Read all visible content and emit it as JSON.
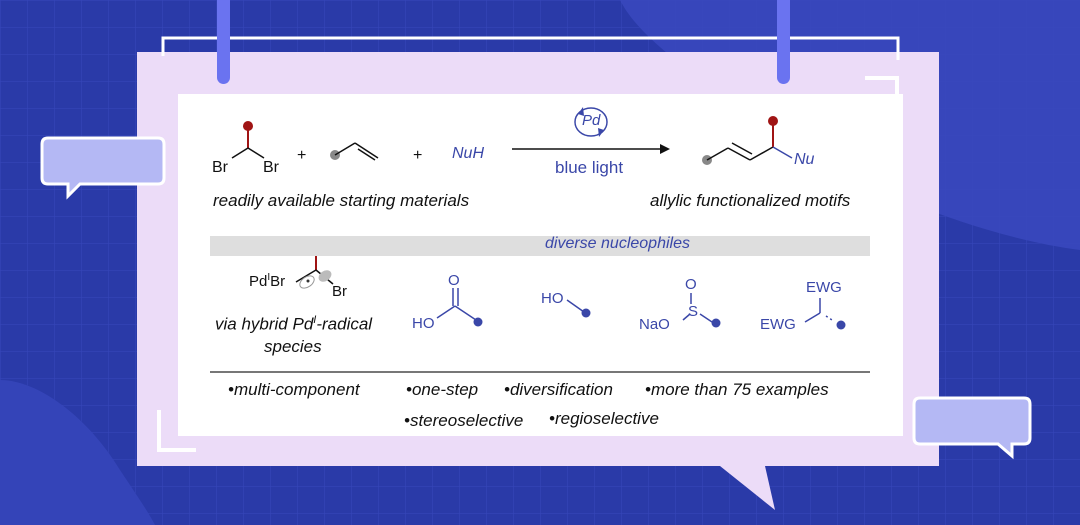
{
  "reaction": {
    "plus": "+",
    "br": "Br",
    "nuh": "NuH",
    "catalyst": "Pd",
    "condition": "blue light",
    "nu": "Nu",
    "left_caption": "readily available starting materials",
    "right_caption": "allylic functionalized motifs"
  },
  "nucleophiles": {
    "header": "diverse nucleophiles",
    "pd_label": "Pd",
    "pd_sup": "I",
    "br1": "Br",
    "br2": "Br",
    "via_a": "via hybrid Pd",
    "via_sup": "I",
    "via_b": "-radical",
    "via_line2": "species",
    "acid_o": "O",
    "acid_ho": "HO",
    "alcohol": "HO",
    "sulf_o": "O",
    "sulf_s": "S",
    "sulf_nao": "NaO",
    "ewg1": "EWG",
    "ewg2": "EWG"
  },
  "features": [
    "•multi-component",
    "•one-step",
    "•diversification",
    "•more than 75 examples",
    "•stereoselective",
    "•regioselective"
  ],
  "colors": {
    "background": "#2a3aa8",
    "card": "#ecdcf8",
    "accent_blue": "#3a47a8",
    "red_dot": "#a01414",
    "gray_dot": "#888888"
  }
}
